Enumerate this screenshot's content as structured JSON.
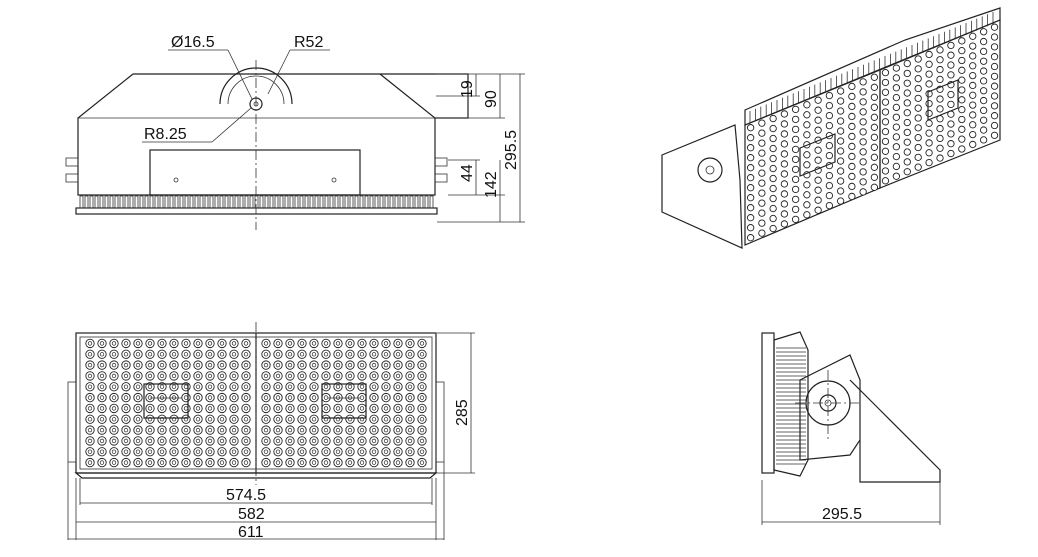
{
  "dimensions": {
    "diameter": "Ø16.5",
    "radius_outer": "R52",
    "radius_inner": "R8.25",
    "height_19": "19",
    "height_90": "90",
    "height_295_5": "295.5",
    "height_44": "44",
    "height_142": "142",
    "height_285": "285",
    "width_574_5": "574.5",
    "width_582": "582",
    "width_611": "611",
    "depth_295_5": "295.5"
  },
  "views": [
    "top-view",
    "iso-view",
    "front-view",
    "side-view"
  ],
  "colors": {
    "line": "#222222",
    "background": "#ffffff"
  }
}
